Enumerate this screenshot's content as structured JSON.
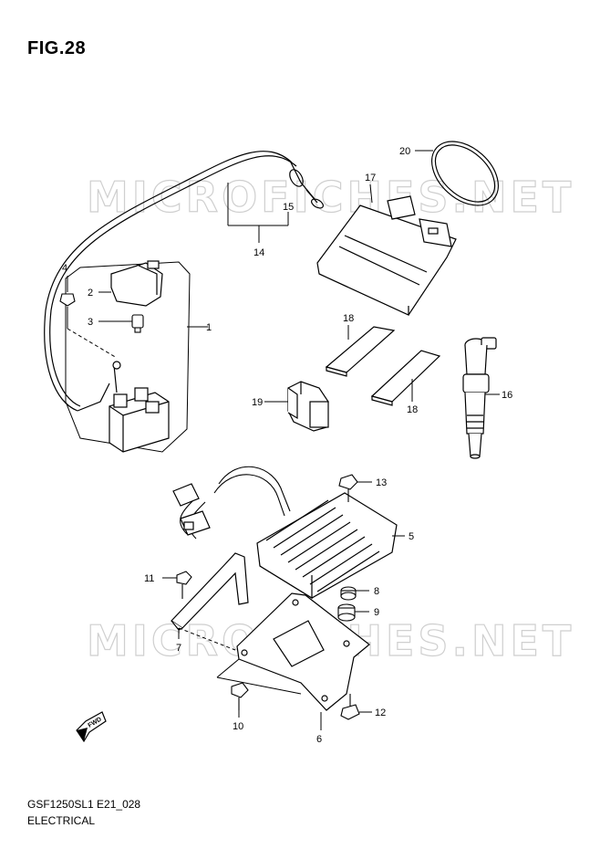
{
  "figure": {
    "title": "FIG.28",
    "code": "GSF1250SL1 E21_028",
    "section": "ELECTRICAL"
  },
  "watermark": "MICROFICHES.NET",
  "direction_label": "FWD",
  "callouts": {
    "c1": "1",
    "c2": "2",
    "c3": "3",
    "c4": "4",
    "c5": "5",
    "c6": "6",
    "c7": "7",
    "c8": "8",
    "c9": "9",
    "c10": "10",
    "c11": "11",
    "c12": "12",
    "c13": "13",
    "c14": "14",
    "c15": "15",
    "c16": "16",
    "c17": "17",
    "c18a": "18",
    "c18b": "18",
    "c19": "19",
    "c20": "20"
  }
}
